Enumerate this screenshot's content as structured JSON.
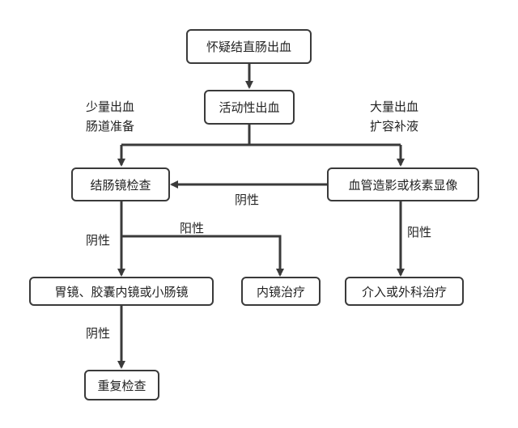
{
  "nodes": {
    "suspect": "怀疑结直肠出血",
    "active": "活动性出血",
    "colonoscopy": "结肠镜检查",
    "angio": "血管造影或核素显像",
    "capsule": "胃镜、胶囊内镜或小肠镜",
    "endo_tx": "内镜治疗",
    "intervention": "介入或外科治疗",
    "repeat": "重复检查"
  },
  "labels": {
    "small_bleed_1": "少量出血",
    "small_bleed_2": "肠道准备",
    "large_bleed_1": "大量出血",
    "large_bleed_2": "扩容补液",
    "neg_to_colon": "阴性",
    "neg_colon": "阴性",
    "pos_colon": "阳性",
    "pos_angio": "阳性",
    "neg_capsule": "阴性"
  }
}
